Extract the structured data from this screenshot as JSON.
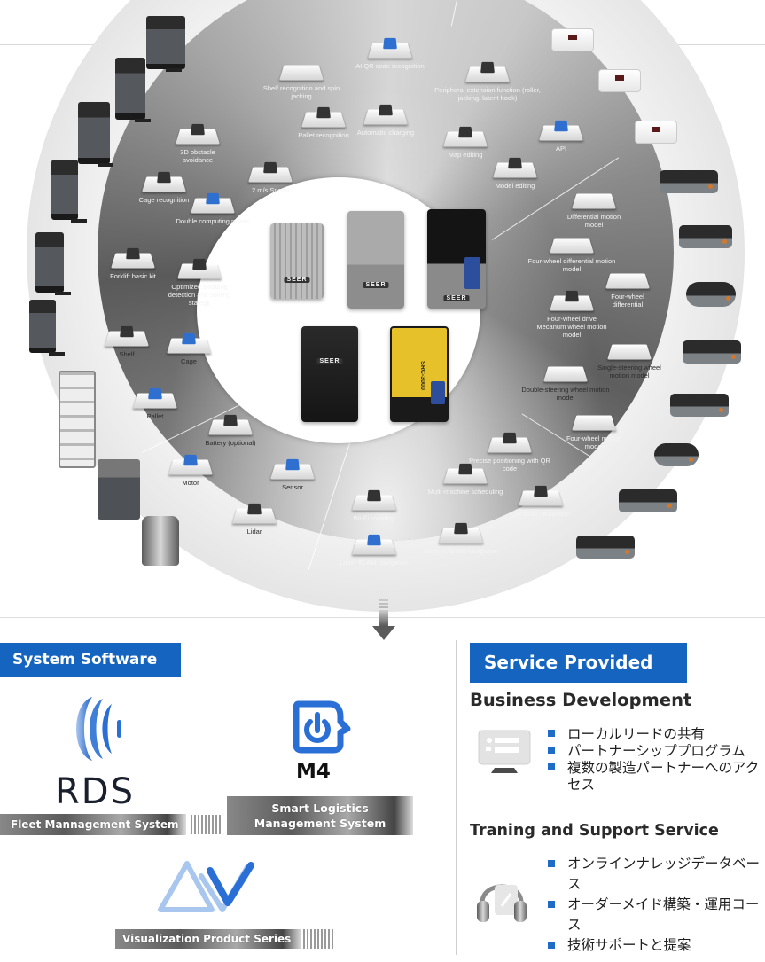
{
  "ring": {
    "controllers": [
      {
        "brand": "SEER",
        "model": ""
      },
      {
        "brand": "SEER",
        "model": ""
      },
      {
        "brand": "SEER",
        "model": ""
      },
      {
        "brand": "SEER",
        "model": ""
      },
      {
        "brand": "",
        "model": "SRC-3000"
      }
    ],
    "features_top_left": [
      "Shelf recognition and spin jacking",
      "AI QR code recognition",
      "3D obstacle avoidance",
      "Pallet recognition",
      "Automatic charging",
      "2 m/s Speed",
      "Cage recognition",
      "Double computing power",
      "Forklift basic kit",
      "Optimized skidding detection and solving stategy",
      "Shelf",
      "Cage",
      "Pallet"
    ],
    "features_top_right": [
      "Peripheral extension function (roller, jacking, latent hook)",
      "Map editing",
      "API",
      "Model editing"
    ],
    "motion_models": [
      "Differential motion model",
      "Four-wheel differential motion model",
      "Four-wheel differential",
      "Four-wheel drive Mecanum wheel motion model",
      "Single-steering wheel motion model",
      "Double-steering wheel motion model",
      "Four-wheel motion model"
    ],
    "hardware": [
      "Battery (optional)",
      "Motor",
      "Sensor",
      "Lidar"
    ],
    "navigation": [
      "Precise positioning with QR code",
      "Multi-machine scheduling",
      "Wi-Fi roaming",
      "QR code navigation",
      "Laser reflector navigation",
      "Laser SLAM navigation"
    ]
  },
  "system_software": {
    "header": "System Software",
    "products": [
      {
        "name": "RDS",
        "label": "Fleet Mannagement System"
      },
      {
        "name": "M4",
        "label_line1": "Smart Logistics",
        "label_line2": "Management System"
      },
      {
        "name": "",
        "label": "Visualization Product Series"
      }
    ]
  },
  "service": {
    "header": "Service Provided",
    "business": {
      "title": "Business Development",
      "items": [
        "ローカルリードの共有",
        "パートナーシッププログラム",
        "複数の製造パートナーへのアクセス"
      ]
    },
    "training": {
      "title": "Traning and Support Service",
      "items": [
        "オンラインナレッジデータベース",
        "オーダーメイド構築・運用コース",
        "技術サポートと提案"
      ]
    }
  },
  "colors": {
    "accent_blue": "#1565c0",
    "bullet_blue": "#1f6bc8",
    "logo_blue": "#2a6fd6",
    "logo_light_blue": "#a9c7ee"
  }
}
